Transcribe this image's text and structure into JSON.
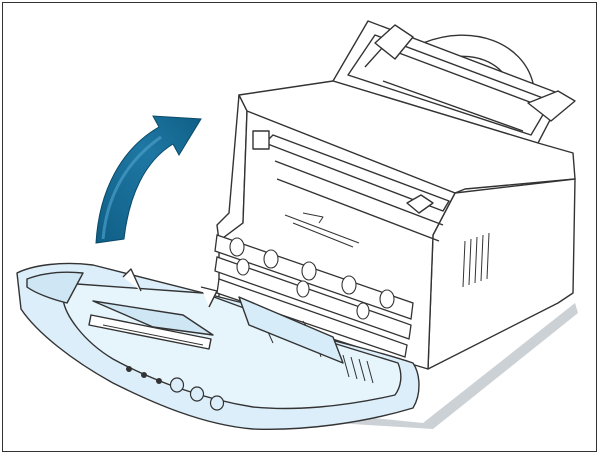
{
  "figure": {
    "subject": "laser-printer-front-cover-open",
    "arrow_direction": "close-cover-upward",
    "colors": {
      "outline": "#333333",
      "cover_fill": "#dbeefa",
      "body_fill": "#ffffff",
      "shadow": "#9aa4ab",
      "arrow_dark": "#0f5f86",
      "arrow_light": "#3a8fbb"
    },
    "control_panel": {
      "led_count": 3,
      "button_count": 3
    }
  }
}
